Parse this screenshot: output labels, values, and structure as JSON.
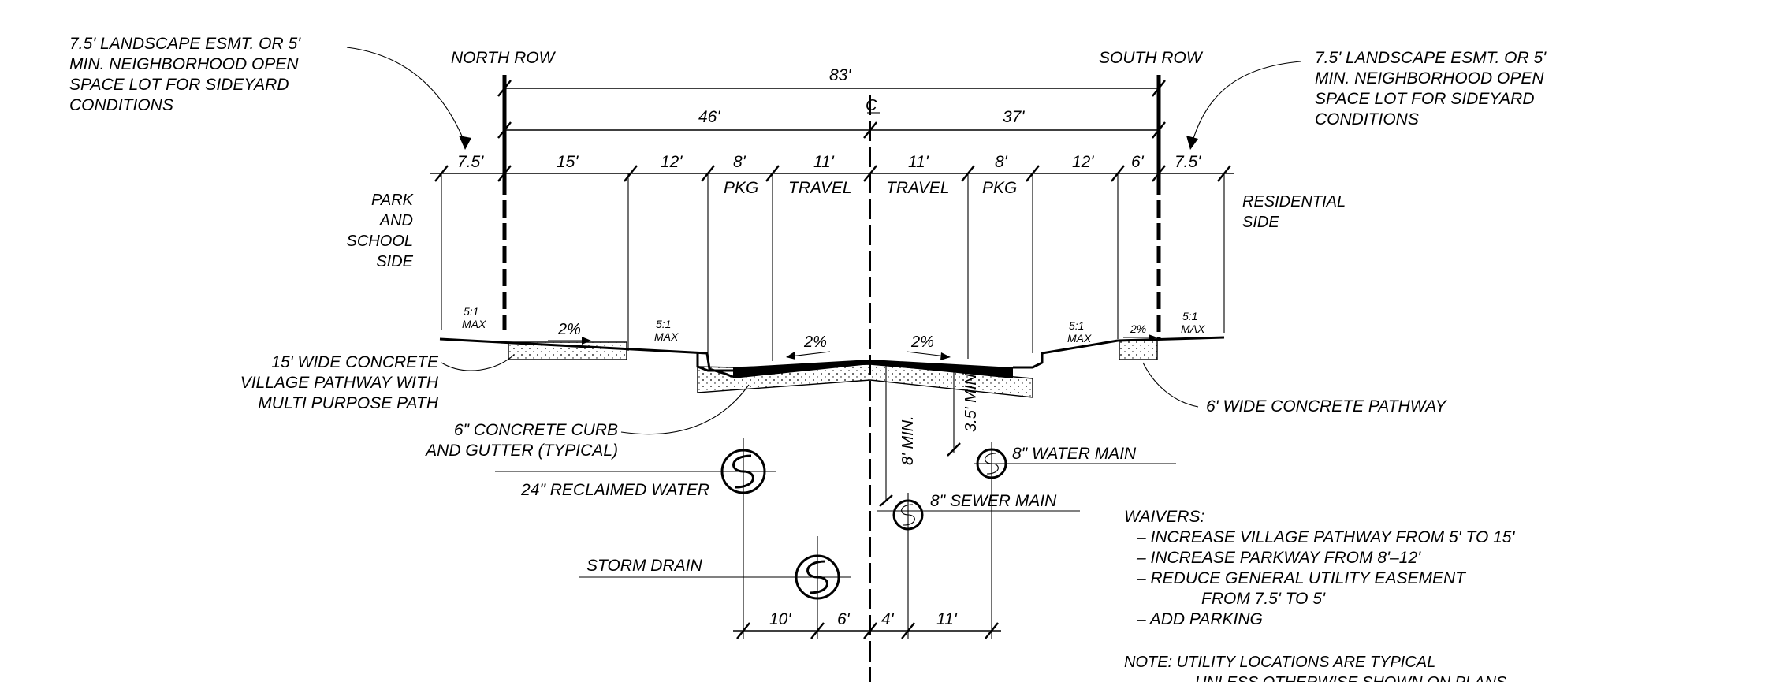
{
  "callouts": {
    "landscape_left": [
      "7.5' LANDSCAPE ESMT. OR 5'",
      "MIN. NEIGHBORHOOD OPEN",
      "SPACE LOT FOR SIDEYARD",
      "CONDITIONS"
    ],
    "landscape_right": [
      "7.5' LANDSCAPE ESMT. OR 5'",
      "MIN. NEIGHBORHOOD OPEN",
      "SPACE LOT FOR SIDEYARD",
      "CONDITIONS"
    ],
    "village_pathway": [
      "15' WIDE CONCRETE",
      "VILLAGE PATHWAY WITH",
      "MULTI PURPOSE PATH"
    ],
    "curb_gutter": [
      "6\" CONCRETE CURB",
      "AND GUTTER (TYPICAL)"
    ],
    "concrete_pathway": "6' WIDE CONCRETE PATHWAY"
  },
  "row_labels": {
    "north": "NORTH ROW",
    "south": "SOUTH ROW"
  },
  "side_labels": {
    "left": [
      "PARK",
      "AND",
      "SCHOOL",
      "SIDE"
    ],
    "right": [
      "RESIDENTIAL",
      "SIDE"
    ]
  },
  "centerline_symbol": "C",
  "overall_dimensions": {
    "total": "83'",
    "north_half": "46'",
    "south_half": "37'"
  },
  "segment_dimensions": [
    "7.5'",
    "15'",
    "12'",
    "8'",
    "11'",
    "11'",
    "8'",
    "12'",
    "6'",
    "7.5'"
  ],
  "lane_labels": [
    "PKG",
    "TRAVEL",
    "TRAVEL",
    "PKG"
  ],
  "slopes": {
    "max_ratio": [
      "5:1",
      "MAX"
    ],
    "path_slope": "2%",
    "road_left": "2%",
    "road_right": "2%",
    "sidewalk_right": "2%"
  },
  "depth_labels": {
    "sewer_min": "8' MIN.",
    "water_min": "3.5' MIN."
  },
  "utilities": {
    "water_main": "8\" WATER MAIN",
    "sewer_main": "8\" SEWER MAIN",
    "reclaimed_water": "24\" RECLAIMED WATER",
    "storm_drain": "STORM DRAIN"
  },
  "utility_dimensions": [
    "10'",
    "6'",
    "4'",
    "11'"
  ],
  "waivers": {
    "title": "WAIVERS:",
    "items": [
      "–  INCREASE VILLAGE PATHWAY FROM 5' TO 15'",
      "–  INCREASE PARKWAY FROM 8'–12'",
      "–  REDUCE GENERAL UTILITY EASEMENT",
      "FROM 7.5' TO 5'",
      "–  ADD PARKING"
    ]
  },
  "note": [
    "NOTE:  UTILITY LOCATIONS ARE TYPICAL",
    "UNLESS OTHERWISE SHOWN ON PLANS"
  ]
}
